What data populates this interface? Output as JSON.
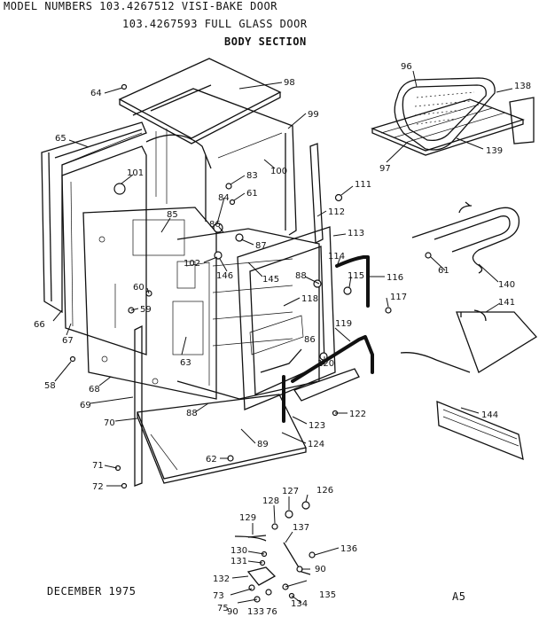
{
  "header": {
    "line1": "MODEL NUMBERS 103.4267512   VISI-BAKE DOOR",
    "line2": "103.4267593   FULL GLASS DOOR",
    "section": "BODY SECTION"
  },
  "footer": {
    "date": "DECEMBER 1975",
    "page": "A5"
  },
  "callouts": [
    "64",
    "98",
    "99",
    "65",
    "101",
    "83",
    "100",
    "61",
    "84",
    "85",
    "86",
    "87",
    "111",
    "112",
    "113",
    "96",
    "138",
    "97",
    "139",
    "102",
    "146",
    "145",
    "88",
    "114",
    "115",
    "116",
    "117",
    "118",
    "60",
    "59",
    "66",
    "67",
    "63",
    "58",
    "68",
    "69",
    "70",
    "71",
    "72",
    "62",
    "89",
    "124",
    "123",
    "122",
    "120",
    "119",
    "140",
    "141",
    "144",
    "127",
    "126",
    "128",
    "129",
    "137",
    "136",
    "130",
    "131",
    "132",
    "90",
    "73",
    "135",
    "75",
    "134",
    "133",
    "76"
  ]
}
